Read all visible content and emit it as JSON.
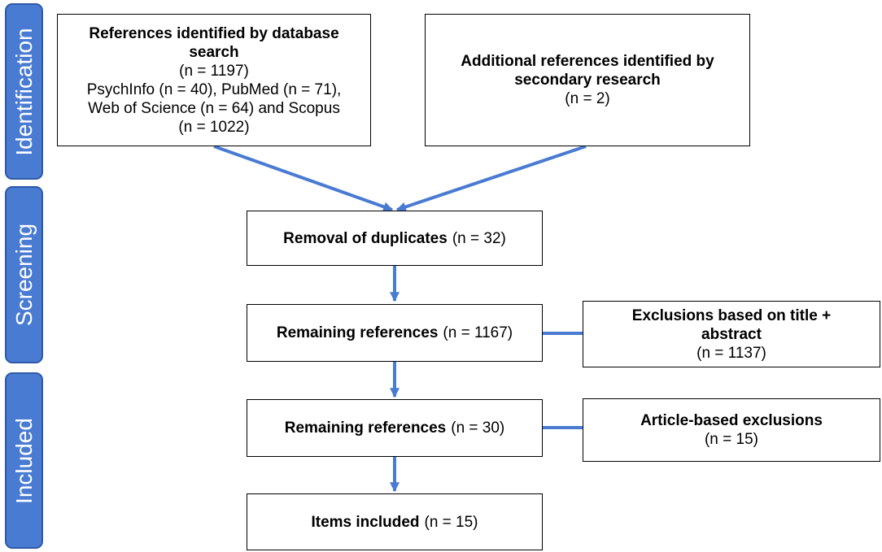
{
  "colors": {
    "accent": "#4a7bd2",
    "accent_border": "#2d5aa8",
    "arrow": "#4a7bd2"
  },
  "phases": {
    "identification": "Identification",
    "screening": "Screening",
    "included": "Included"
  },
  "boxes": {
    "database_search": {
      "title": "References identified by database search",
      "count": "(n = 1197)",
      "line1": "PsychInfo (n = 40), PubMed (n = 71),",
      "line2": "Web of Science (n = 64) and Scopus",
      "line3": "(n = 1022)"
    },
    "secondary_research": {
      "title": "Additional references identified by secondary research",
      "count": "(n = 2)"
    },
    "duplicates": {
      "title": "Removal of duplicates",
      "count": "(n = 32)"
    },
    "remaining_1": {
      "title": "Remaining references",
      "count": "(n = 1167)"
    },
    "exclusions_title_abstract": {
      "title": "Exclusions based on title + abstract",
      "count": "(n = 1137)"
    },
    "remaining_2": {
      "title": "Remaining references",
      "count": "(n = 30)"
    },
    "article_exclusions": {
      "title": "Article-based exclusions",
      "count": "(n = 15)"
    },
    "items_included": {
      "title": "Items included",
      "count": "(n = 15)"
    }
  }
}
